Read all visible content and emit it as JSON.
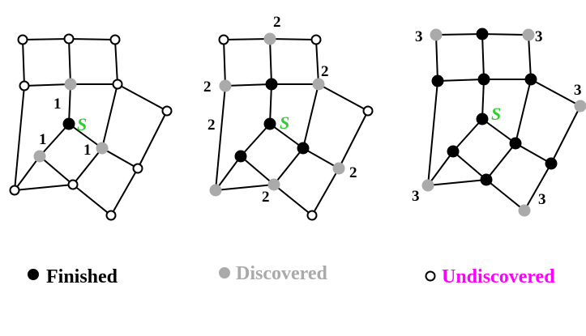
{
  "colors": {
    "finished": "#000000",
    "discovered": "#aaaaaa",
    "undiscovered": "#ffffff",
    "edge": "#000000",
    "source_label": "#33cc33",
    "legend_finished": "#000000",
    "legend_discovered": "#aaaaaa",
    "legend_undiscovered": "#ff00ff"
  },
  "graphs": [
    {
      "source_label": "S",
      "labels": [
        "1",
        "1",
        "1"
      ]
    },
    {
      "source_label": "S",
      "labels": [
        "2",
        "2",
        "2",
        "2",
        "2",
        "2"
      ]
    },
    {
      "source_label": "S",
      "labels": [
        "3",
        "3",
        "3",
        "3",
        "3"
      ]
    }
  ],
  "legend": {
    "finished": "Finished",
    "discovered": "Discovered",
    "undiscovered": "Undiscovered"
  }
}
